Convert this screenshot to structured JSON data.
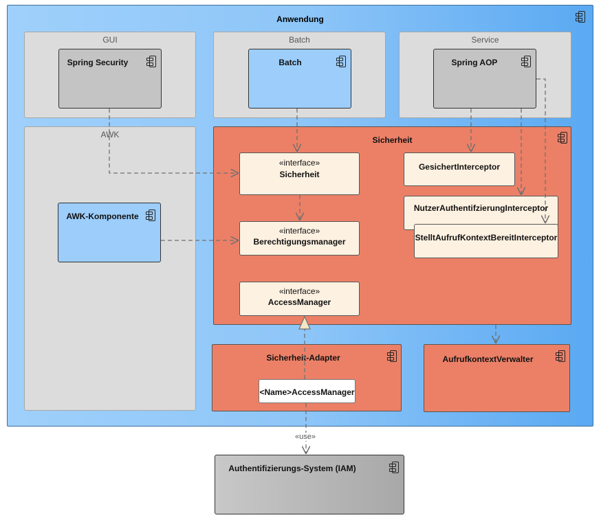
{
  "application": {
    "title": "Anwendung"
  },
  "packages": {
    "gui": "GUI",
    "batch": "Batch",
    "service": "Service",
    "awk": "AWK"
  },
  "components": {
    "spring_security": "Spring Security",
    "batch": "Batch",
    "spring_aop": "Spring AOP",
    "awk_komponente": "AWK-Komponente",
    "sicherheit": "Sicherheit",
    "sicherheit_adapter": "Sicherheit-Adapter",
    "aufrufkontext_verwalter": "AufrufkontextVerwalter",
    "iam": "Authentifizierungs-System (IAM)"
  },
  "interfaces": {
    "stereotype": "«interface»",
    "sicherheit": "Sicherheit",
    "berechtigungsmanager": "Berechtigungsmanager",
    "access_manager": "AccessManager"
  },
  "classes": {
    "gesichert_interceptor": "GesichertInterceptor",
    "nutzer_auth_interceptor": "NutzerAuthentifzierungInterceptor",
    "stellt_aufruf_interceptor": "StelltAufrufKontextBereitInterceptor",
    "name_access_manager": "<Name>AccessManager"
  },
  "connectors": {
    "use_label": "«use»"
  },
  "colors": {
    "application_fill": "#8ec6f8",
    "package_fill": "#dcdcdc",
    "component_gray": "#c4c4c4",
    "component_blue": "#9ccdfb",
    "component_red": "#eb8067",
    "interface_fill": "#fdf1e1"
  }
}
